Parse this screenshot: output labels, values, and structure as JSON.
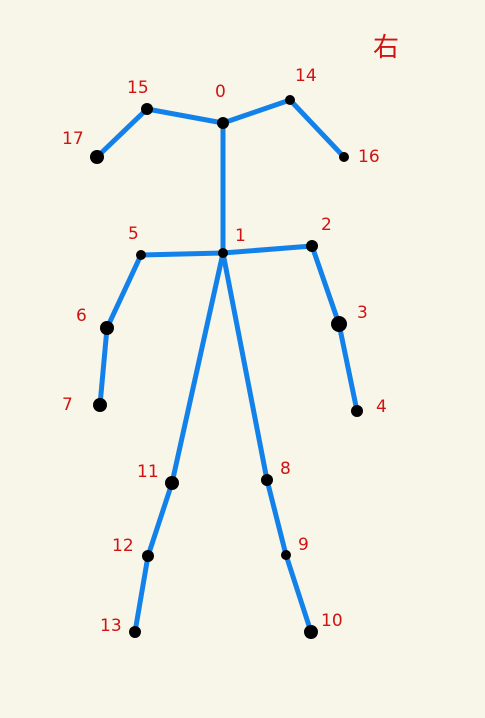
{
  "side_label": "右",
  "colors": {
    "background": "#f8f5e9",
    "bone": "#1282ea",
    "joint": "#000000",
    "label": "#d01313"
  },
  "keypoints": [
    {
      "id": "0",
      "label": "0"
    },
    {
      "id": "1",
      "label": "1"
    },
    {
      "id": "2",
      "label": "2"
    },
    {
      "id": "3",
      "label": "3"
    },
    {
      "id": "4",
      "label": "4"
    },
    {
      "id": "5",
      "label": "5"
    },
    {
      "id": "6",
      "label": "6"
    },
    {
      "id": "7",
      "label": "7"
    },
    {
      "id": "8",
      "label": "8"
    },
    {
      "id": "9",
      "label": "9"
    },
    {
      "id": "10",
      "label": "10"
    },
    {
      "id": "11",
      "label": "11"
    },
    {
      "id": "12",
      "label": "12"
    },
    {
      "id": "13",
      "label": "13"
    },
    {
      "id": "14",
      "label": "14"
    },
    {
      "id": "15",
      "label": "15"
    },
    {
      "id": "16",
      "label": "16"
    },
    {
      "id": "17",
      "label": "17"
    }
  ],
  "connections": [
    [
      "0",
      "1"
    ],
    [
      "0",
      "14"
    ],
    [
      "14",
      "16"
    ],
    [
      "0",
      "15"
    ],
    [
      "15",
      "17"
    ],
    [
      "1",
      "2"
    ],
    [
      "2",
      "3"
    ],
    [
      "3",
      "4"
    ],
    [
      "1",
      "5"
    ],
    [
      "5",
      "6"
    ],
    [
      "6",
      "7"
    ],
    [
      "1",
      "8"
    ],
    [
      "8",
      "9"
    ],
    [
      "9",
      "10"
    ],
    [
      "1",
      "11"
    ],
    [
      "11",
      "12"
    ],
    [
      "12",
      "13"
    ]
  ]
}
